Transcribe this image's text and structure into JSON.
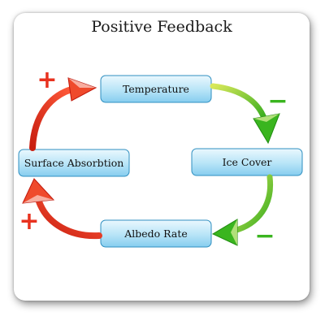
{
  "title": "Positive Feedback",
  "nodes": {
    "temperature": "Temperature",
    "ice_cover": "Ice Cover",
    "albedo_rate": "Albedo Rate",
    "surface_absorbtion": "Surface Absorbtion"
  },
  "signs": {
    "top_left": "+",
    "top_right": "−",
    "bottom_right": "−",
    "bottom_left": "+"
  },
  "colors": {
    "box_fill_top": "#e6f6fd",
    "box_fill_bottom": "#8fd3f2",
    "box_stroke": "#2f8fc0",
    "positive_arrow": "#e8321f",
    "negative_arrow": "#3ab51f",
    "plus_sign": "#e8321f",
    "minus_sign": "#3ab51f"
  }
}
